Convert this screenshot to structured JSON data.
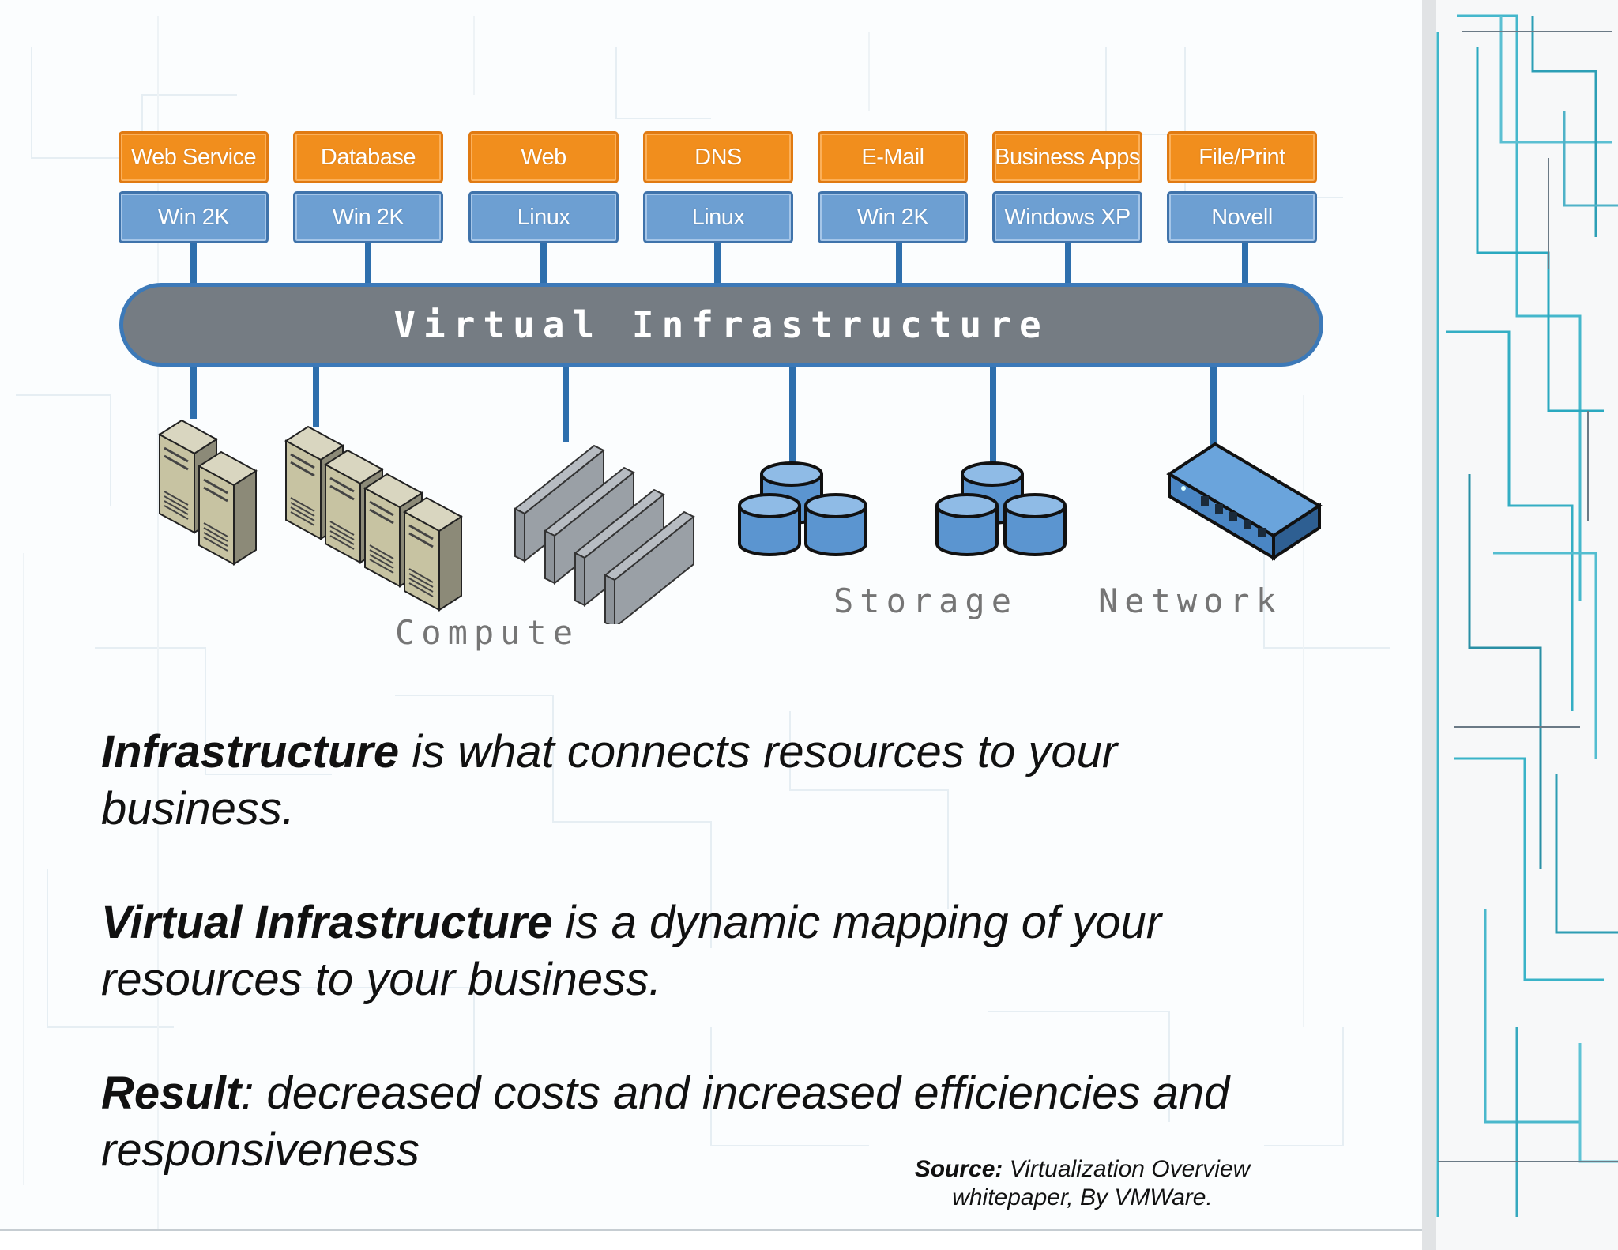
{
  "colors": {
    "app_orange": "#f18e1d",
    "os_blue": "#6d9fd2",
    "bus_gray": "#757c83",
    "bus_border": "#3c79b8",
    "connector_blue": "#2e6fad",
    "label_gray": "#757575"
  },
  "diagram": {
    "stack": [
      {
        "app": "Web Service",
        "os": "Win 2K"
      },
      {
        "app": "Database",
        "os": "Win 2K"
      },
      {
        "app": "Web",
        "os": "Linux"
      },
      {
        "app": "DNS",
        "os": "Linux"
      },
      {
        "app": "E-Mail",
        "os": "Win 2K"
      },
      {
        "app": "Business Apps",
        "os": "Windows XP"
      },
      {
        "app": "File/Print",
        "os": "Novell"
      }
    ],
    "bus_label": "Virtual Infrastructure",
    "hardware_labels": {
      "compute": "Compute",
      "storage": "Storage",
      "network": "Network"
    },
    "icons": [
      "tower-server-icon",
      "blade-server-icon",
      "database-cylinder-icon",
      "network-switch-icon"
    ]
  },
  "text": {
    "p1_bold": "Infrastructure",
    "p1_rest": " is what connects resources to your business.",
    "p2_bold": "Virtual Infrastructure",
    "p2_rest": " is a dynamic mapping of your resources to your business.",
    "p3_bold": "Result",
    "p3_rest": ": decreased costs and increased efficiencies and responsiveness"
  },
  "source": {
    "label": "Source:",
    "text": " Virtualization Overview whitepaper, By VMWare."
  }
}
